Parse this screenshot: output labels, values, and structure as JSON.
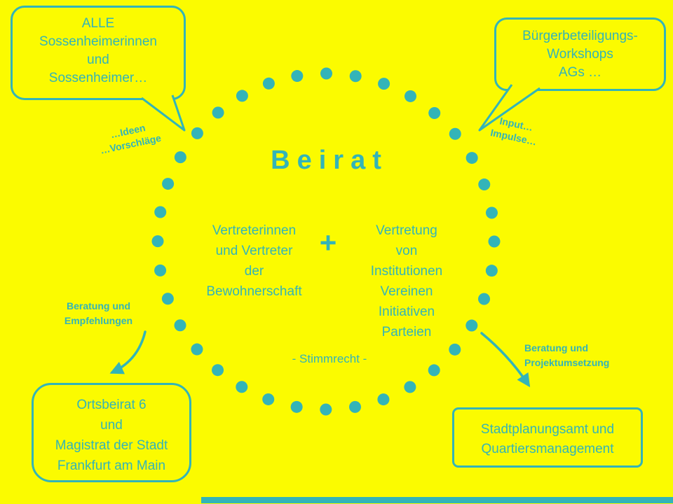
{
  "colors": {
    "background": "#fbfb00",
    "accent": "#33b4b8"
  },
  "title": "Beirat",
  "plus": "+",
  "center_left": {
    "lines": [
      "Vertreterinnen",
      "und Vertreter",
      "der",
      "Bewohnerschaft"
    ]
  },
  "center_right": {
    "lines": [
      "Vertretung",
      "von",
      "Institutionen",
      "Vereinen",
      "Initiativen",
      "Parteien"
    ]
  },
  "stimmrecht": "- Stimmrecht -",
  "bubbles": {
    "top_left": {
      "lines": [
        "ALLE",
        "Sossenheimerinnen",
        "und",
        "Sossenheimer…"
      ]
    },
    "top_right": {
      "lines": [
        "Bürgerbeteiligungs-",
        "Workshops",
        "AGs …"
      ]
    },
    "bottom_left": {
      "lines": [
        "Ortsbeirat 6",
        "und",
        "Magistrat der Stadt",
        "Frankfurt am Main"
      ]
    },
    "bottom_right": {
      "lines": [
        "Stadtplanungsamt und",
        "Quartiersmanagement"
      ]
    }
  },
  "labels": {
    "ideen": {
      "lines": [
        "…Ideen",
        "…Vorschläge"
      ]
    },
    "input": {
      "lines": [
        "Input…",
        "Impulse…"
      ]
    },
    "beratung_links": {
      "lines": [
        "Beratung und",
        "Empfehlungen"
      ]
    },
    "beratung_rechts": {
      "lines": [
        "Beratung und",
        "Projektumsetzung"
      ]
    }
  }
}
